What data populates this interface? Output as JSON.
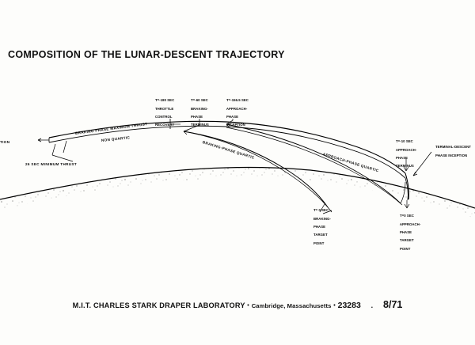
{
  "document": {
    "title": "COMPOSITION OF THE LUNAR-DESCENT TRAJECTORY"
  },
  "diagram": {
    "curve_labels": {
      "braking_max_thrust_line1": "BRAKING PHASE MAXIMUM THRUST",
      "braking_max_thrust_line2": "NON QUARTIC",
      "braking_quartic": "BRAKING-PHASE QUARTIC",
      "approach_quartic": "APPROACH-PHASE QUARTIC",
      "min_thrust": "26 SEC MINIMUM THRUST",
      "left_clipped": "TION"
    },
    "event_labels": [
      {
        "id": "throttle-control-recovery",
        "lines": [
          "T=-180 SEC",
          "THROTTLE",
          "CONTROL",
          "RECOVERY"
        ]
      },
      {
        "id": "braking-phase-terminus",
        "lines": [
          "T=-60 SEC",
          "BRAKING-",
          "PHASE",
          "TERMINUS"
        ]
      },
      {
        "id": "approach-phase-inception",
        "lines": [
          "T=-156.5 SEC",
          "APPROACH-",
          "PHASE",
          "INCEPTION"
        ]
      },
      {
        "id": "approach-phase-terminus",
        "lines": [
          "T=-10 SEC",
          "APPROACH-",
          "PHASE",
          "TERMINUS"
        ]
      },
      {
        "id": "terminal-descent-phase-inception",
        "lines": [
          "TERMINAL-DESCENT",
          "PHASE INCEPTION"
        ]
      },
      {
        "id": "braking-phase-target-point",
        "lines": [
          "T= 0 SEC",
          "BRAKING-",
          "PHASE",
          "TARGET",
          "POINT"
        ]
      },
      {
        "id": "approach-phase-target-point",
        "lines": [
          "T=0 SEC",
          "APPROACH-",
          "PHASE",
          "TARGET",
          "POINT"
        ]
      }
    ]
  },
  "footer": {
    "lab": "M.I.T. CHARLES STARK DRAPER LABORATORY",
    "bullet1": "•",
    "city": "Cambridge, Massachusetts",
    "bullet2": "•",
    "number": "23283",
    "dot": ".",
    "date": "8/71"
  },
  "colors": {
    "ink": "#000000",
    "paper": "#fdfdfb"
  }
}
